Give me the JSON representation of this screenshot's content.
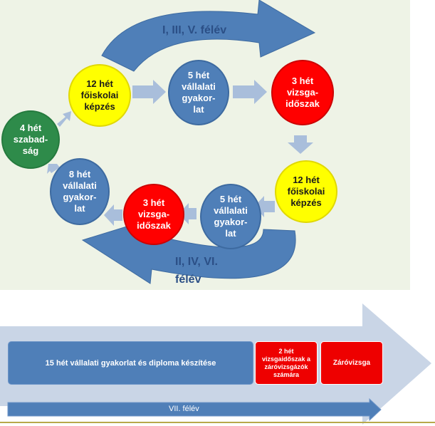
{
  "colors": {
    "panel": "#eef3e6",
    "blue": "#4f7fb8",
    "yellow": "#ffff00",
    "red": "#ff0000",
    "green": "#2e8b4a",
    "small_arrow": "#a9bedb",
    "big_arrow": "#c9d5e6"
  },
  "cycle": {
    "top_arc_label": "I, III, V. félév",
    "bottom_arc_label_line1": "II, IV, VI.",
    "bottom_arc_label_line2": "félév",
    "nodes": {
      "top_training": "12 hét\nfőiskolai\nképzés",
      "top_practice": "5 hét\nvállalati\ngyakor-\nlat",
      "top_exam": "3 hét\nvizsga-\nidőszak",
      "right_training": "12 hét\nfőiskolai\nképzés",
      "bottom_practice": "5 hét\nvállalati\ngyakor-\nlat",
      "bottom_exam": "3 hét\nvizsga-\nidőszak",
      "left_practice": "8 hét\nvállalati\ngyakor-\nlat",
      "holiday": "4 hét\nszabad-\nság"
    }
  },
  "timeline": {
    "main_box": "15 hét vállalati gyakorlat és diploma készítése",
    "exam_box": "2 hét\nvizsgaidőszak a\nzáróvizsgázók\nszámára",
    "final_box": "Záróvizsga",
    "semester": "VII. félév"
  }
}
